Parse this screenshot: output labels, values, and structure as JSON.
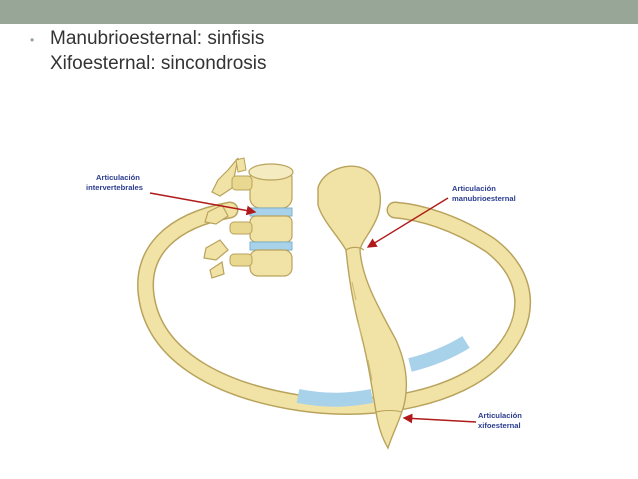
{
  "slide": {
    "bullet_line_1": "Manubrioesternal: sinfisis",
    "bullet_line_2": "Xifoesternal: sincondrosis",
    "bullet_symbol": "•"
  },
  "labels": {
    "intervertebral_1": "Articulación",
    "intervertebral_2": "intervertebrales",
    "manubrio_1": "Articulación",
    "manubrio_2": "manubrioesternal",
    "xifo_1": "Articulación",
    "xifo_2": "xifoesternal"
  },
  "colors": {
    "header_bar": "#97a697",
    "bone": "#f1e3a6",
    "bone_outline": "#b9a35c",
    "cartilage": "#a8d2ea",
    "arrow": "#b01a1a",
    "label_text": "#2b3c8f"
  }
}
